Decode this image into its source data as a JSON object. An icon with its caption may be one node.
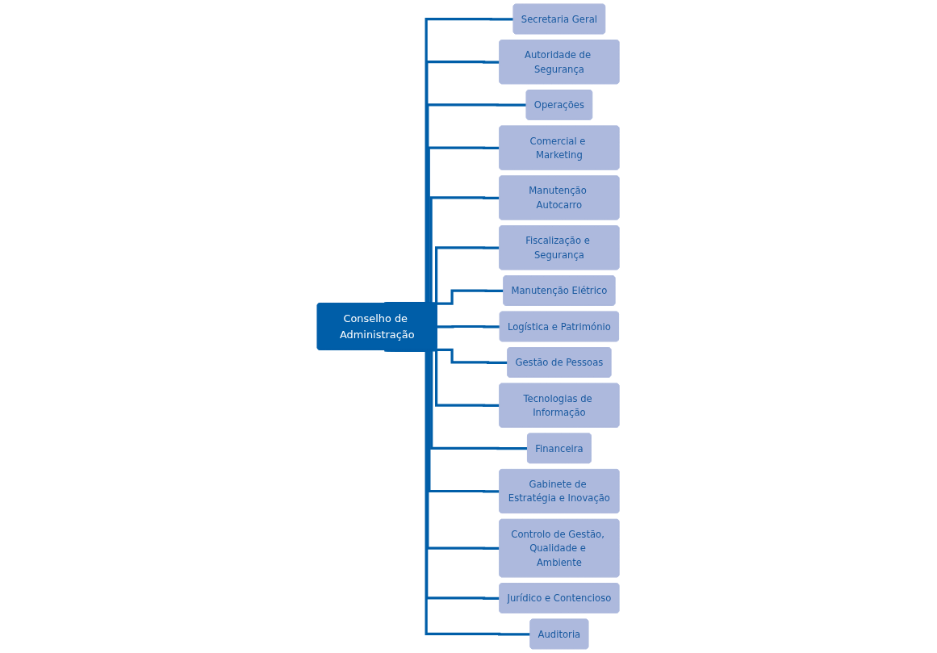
{
  "diagram": {
    "nodes": [
      {
        "text": [
          "Conselho de Administração"
        ]
      },
      {
        "text": [
          "Secretaria Geral"
        ]
      },
      {
        "text": [
          "Autoridade de Segurança"
        ]
      },
      {
        "text": [
          "Operações"
        ]
      },
      {
        "text": [
          "Comercial e Marketing"
        ]
      },
      {
        "text": [
          "Manutenção Autocarro"
        ]
      },
      {
        "text": [
          "Fiscalização e Segurança"
        ]
      },
      {
        "text": [
          "Manutenção Elétrico"
        ]
      },
      {
        "text": [
          "Logística e Património"
        ]
      },
      {
        "text": [
          "Gestão de Pessoas"
        ]
      },
      {
        "text": [
          "Tecnologias de Informação"
        ]
      },
      {
        "text": [
          "Financeira"
        ]
      },
      {
        "text": [
          "Gabinete de Estratégia e Inovação"
        ]
      },
      {
        "text": [
          "Controlo de Gestão, Qualidade e Ambiente"
        ]
      },
      {
        "text": [
          "Jurídico e Contencioso"
        ]
      },
      {
        "text": [
          "Auditoria"
        ]
      }
    ],
    "edges": [
      {
        "from": 0,
        "to": 1,
        "arrow": "none"
      },
      {
        "from": 0,
        "to": 2,
        "arrow": "none"
      },
      {
        "from": 0,
        "to": 3,
        "arrow": "none"
      },
      {
        "from": 0,
        "to": 4,
        "arrow": "none"
      },
      {
        "from": 0,
        "to": 5,
        "arrow": "none"
      },
      {
        "from": 0,
        "to": 6,
        "arrow": "none"
      },
      {
        "from": 0,
        "to": 7,
        "arrow": "none"
      },
      {
        "from": 0,
        "to": 8,
        "arrow": "none"
      },
      {
        "from": 0,
        "to": 9,
        "arrow": "none"
      },
      {
        "from": 0,
        "to": 10,
        "arrow": "none"
      },
      {
        "from": 0,
        "to": 11,
        "arrow": "none"
      },
      {
        "from": 0,
        "to": 12,
        "arrow": "none"
      },
      {
        "from": 0,
        "to": 13,
        "arrow": "none"
      },
      {
        "from": 0,
        "to": 14,
        "arrow": "none"
      },
      {
        "from": 0,
        "to": 15,
        "arrow": "none"
      }
    ]
  }
}
